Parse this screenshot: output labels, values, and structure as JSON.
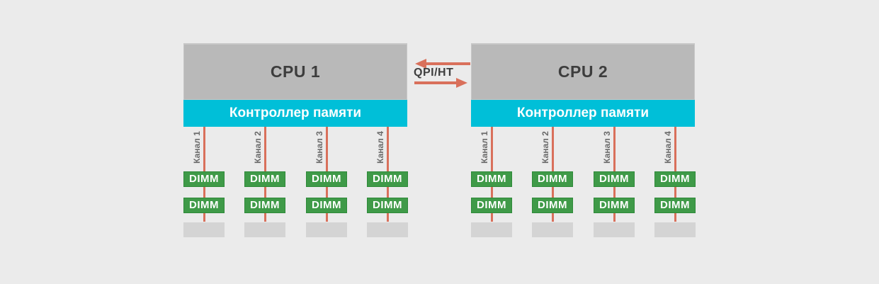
{
  "diagram": {
    "background_color": "#ebebeb",
    "link": {
      "label": "QPI/HT",
      "arrow_color": "#d9705b",
      "top_arrow_direction": "left",
      "bottom_arrow_direction": "right"
    },
    "colors": {
      "cpu_block": "#b9b9b9",
      "memory_controller": "#00bfd8",
      "dimm": "#3f9a48",
      "channel_line": "#d9705b",
      "empty_slot": "#d4d4d4",
      "cpu_text": "#3d3d3d",
      "channel_text": "#6a6a6a",
      "controller_text": "#ffffff",
      "dimm_text": "#ffffff"
    },
    "cpus": [
      {
        "label": "CPU 1",
        "controller_label": "Контроллер памяти",
        "channels": [
          {
            "label": "Канал 1",
            "dimms": [
              "DIMM",
              "DIMM"
            ],
            "empty_slots": 1
          },
          {
            "label": "Канал 2",
            "dimms": [
              "DIMM",
              "DIMM"
            ],
            "empty_slots": 1
          },
          {
            "label": "Канал 3",
            "dimms": [
              "DIMM",
              "DIMM"
            ],
            "empty_slots": 1
          },
          {
            "label": "Канал 4",
            "dimms": [
              "DIMM",
              "DIMM"
            ],
            "empty_slots": 1
          }
        ]
      },
      {
        "label": "CPU 2",
        "controller_label": "Контроллер памяти",
        "channels": [
          {
            "label": "Канал 1",
            "dimms": [
              "DIMM",
              "DIMM"
            ],
            "empty_slots": 1
          },
          {
            "label": "Канал 2",
            "dimms": [
              "DIMM",
              "DIMM"
            ],
            "empty_slots": 1
          },
          {
            "label": "Канал 3",
            "dimms": [
              "DIMM",
              "DIMM"
            ],
            "empty_slots": 1
          },
          {
            "label": "Канал 4",
            "dimms": [
              "DIMM",
              "DIMM"
            ],
            "empty_slots": 1
          }
        ]
      }
    ]
  }
}
